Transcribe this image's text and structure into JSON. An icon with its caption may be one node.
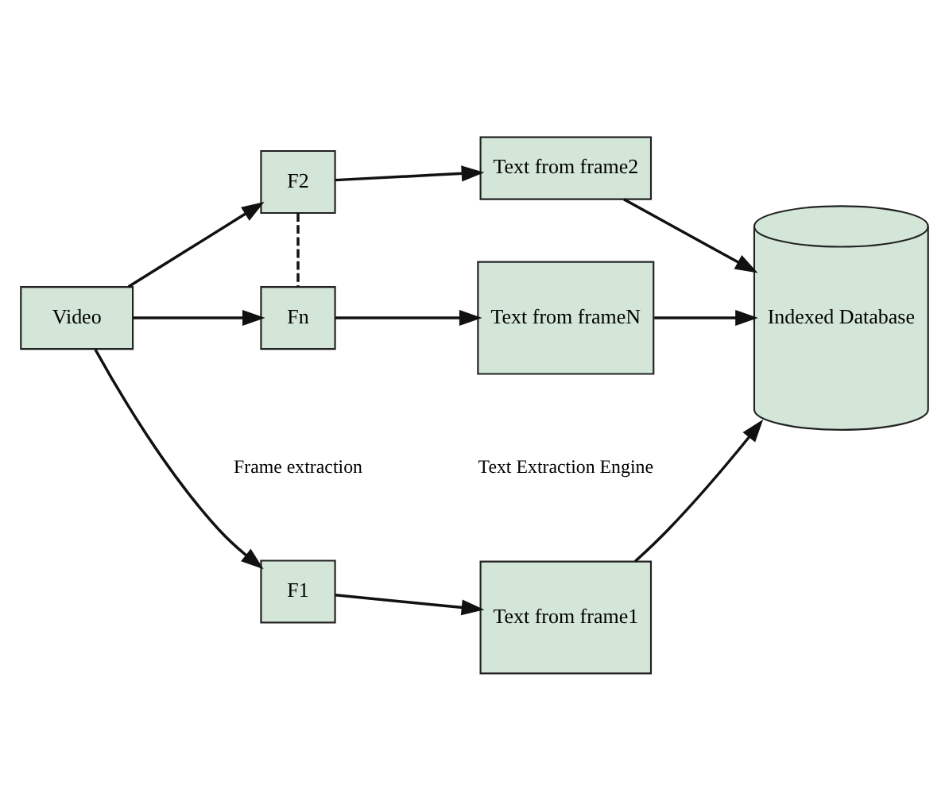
{
  "diagram": {
    "nodes": [
      {
        "text": [
          "Video"
        ]
      },
      {
        "text": [
          "F1"
        ]
      },
      {
        "text": [
          "F2"
        ]
      },
      {
        "text": [
          "Fn"
        ]
      },
      {
        "text": [
          "Text from frame1"
        ]
      },
      {
        "text": [
          "Text from frame2"
        ]
      },
      {
        "text": [
          "Text from frameN"
        ]
      },
      {
        "text": [
          "Indexed Database"
        ]
      }
    ],
    "edges": [
      {
        "from": 0,
        "to": 1,
        "arrow": "to"
      },
      {
        "from": 0,
        "to": 2,
        "arrow": "to"
      },
      {
        "from": 0,
        "to": 3,
        "arrow": "to"
      },
      {
        "from": 1,
        "to": 4,
        "arrow": "to"
      },
      {
        "from": 2,
        "to": 5,
        "arrow": "to"
      },
      {
        "from": 3,
        "to": 6,
        "arrow": "to"
      },
      {
        "from": 2,
        "to": 3,
        "arrow": "none",
        "style": "dashed"
      },
      {
        "from": 4,
        "to": 7,
        "arrow": "to"
      },
      {
        "from": 5,
        "to": 7,
        "arrow": "to"
      },
      {
        "from": 6,
        "to": 7,
        "arrow": "to"
      }
    ],
    "labels": [
      "Frame extraction",
      "Text Extraction Engine"
    ]
  }
}
